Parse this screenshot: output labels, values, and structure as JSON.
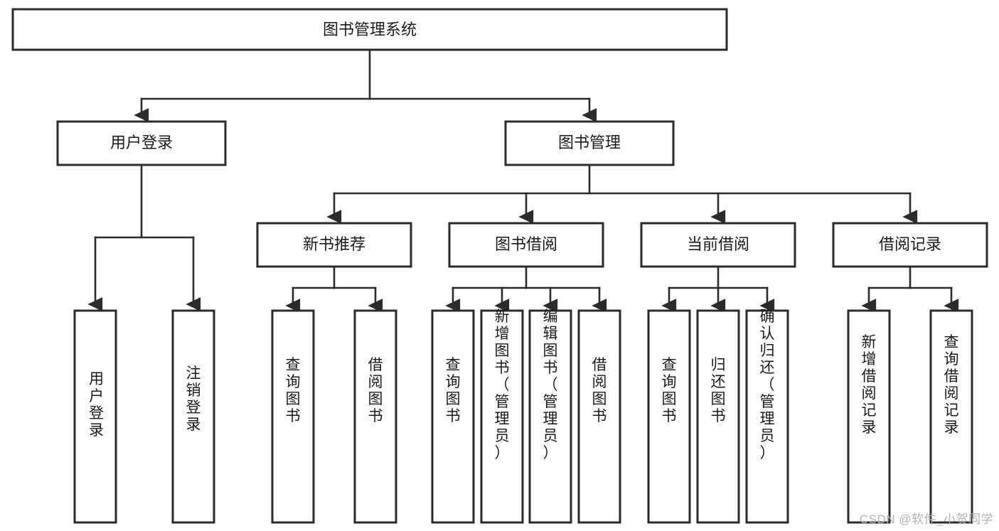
{
  "diagram": {
    "title": "图书管理系统",
    "type": "tree-hierarchy-diagram",
    "watermark": "CSDN @软件_小贺同学",
    "colors": {
      "background": "#ffffff",
      "stroke": "#2b2b2b",
      "node_fill": "#ffffff",
      "text": "#1a1a1a",
      "watermark": "#b3b3b3"
    },
    "root": {
      "label": "图书管理系统"
    },
    "level2": [
      {
        "label": "用户登录"
      },
      {
        "label": "图书管理"
      }
    ],
    "level3": [
      {
        "label": "新书推荐"
      },
      {
        "label": "图书借阅"
      },
      {
        "label": "当前借阅"
      },
      {
        "label": "借阅记录"
      }
    ],
    "leaves": {
      "user_login": [
        {
          "label": "用户登录"
        },
        {
          "label": "注销登录"
        }
      ],
      "new_book_recommend": [
        {
          "label": "查询图书"
        },
        {
          "label": "借阅图书"
        }
      ],
      "book_borrow": [
        {
          "label": "查询图书"
        },
        {
          "label": "新增图书（管理员）"
        },
        {
          "label": "编辑图书（管理员）"
        },
        {
          "label": "借阅图书"
        }
      ],
      "current_borrow": [
        {
          "label": "查询图书"
        },
        {
          "label": "归还图书"
        },
        {
          "label": "确认归还（管理员）"
        }
      ],
      "borrow_record": [
        {
          "label": "新增借阅记录"
        },
        {
          "label": "查询借阅记录"
        }
      ]
    }
  }
}
